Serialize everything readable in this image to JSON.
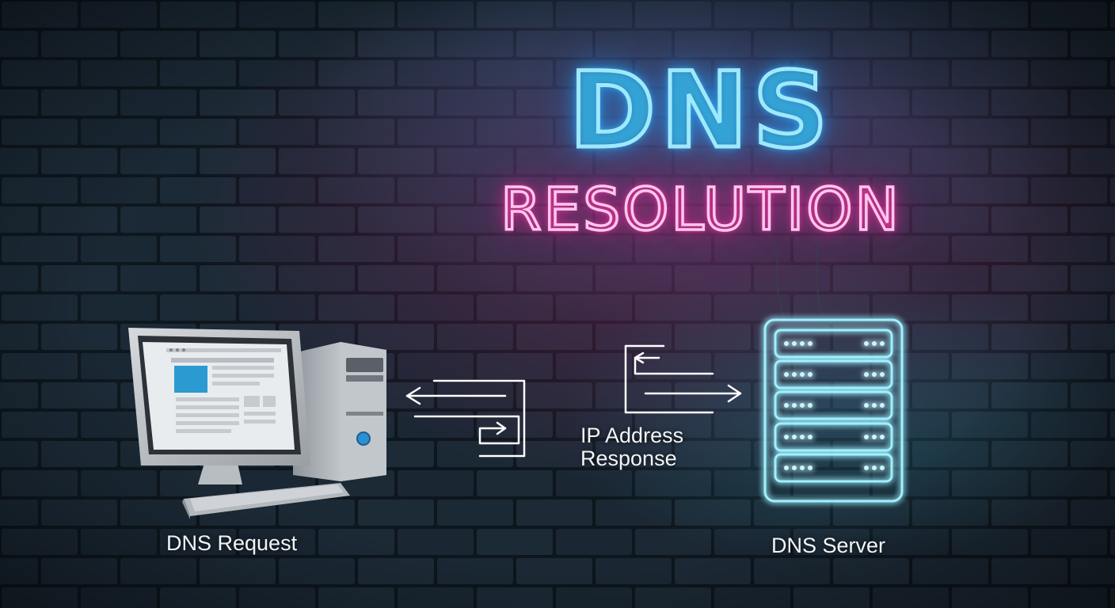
{
  "title": {
    "line1": "DNS",
    "line2": "RESOLUTION"
  },
  "labels": {
    "request": "DNS Request",
    "response_line1": "IP Address",
    "response_line2": "Response",
    "server": "DNS Server"
  },
  "colors": {
    "title_neon": "#3cc8ff",
    "subtitle_neon": "#ff3cb4",
    "server_neon": "#7fe6ff",
    "arrow": "#ffffff",
    "wall": "#18232e"
  },
  "icons": {
    "client": "desktop-computer-icon",
    "server": "server-rack-icon",
    "request_arrows": "double-arrow-left-icon",
    "response_arrows": "double-arrow-right-icon"
  }
}
